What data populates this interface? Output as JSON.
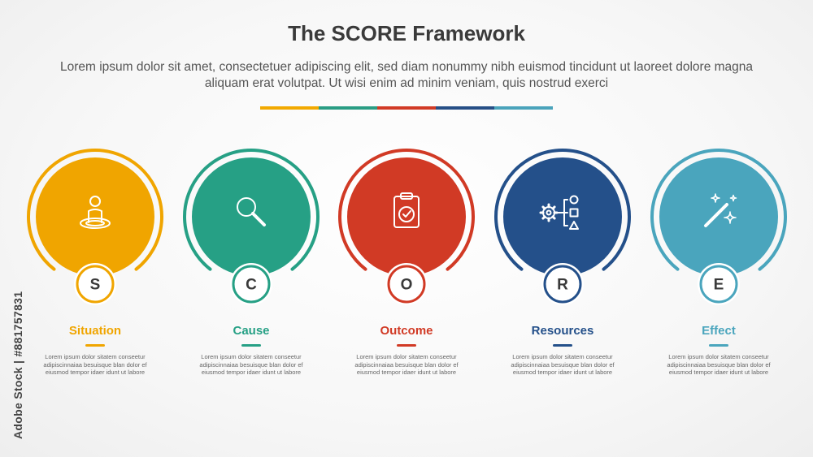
{
  "header": {
    "title": "The SCORE Framework",
    "subtitle": "Lorem ipsum dolor sit amet, consectetuer adipiscing elit, sed diam nonummy nibh euismod tincidunt ut laoreet dolore magna aliquam erat volutpat. Ut wisi enim ad minim veniam, quis nostrud exerci"
  },
  "color_bar": [
    "#f2a900",
    "#2a9d84",
    "#d13a25",
    "#264f86",
    "#4aa3bb"
  ],
  "steps": [
    {
      "letter": "S",
      "name": "Situation",
      "color": "#f0a500",
      "icon": "person-on-target-icon",
      "desc": "Lorem ipsum dolor sitatem conseetur adipiscinnaiaa besuisque blan dolor ef eiusmod tempor idaer idunt ut labore"
    },
    {
      "letter": "C",
      "name": "Cause",
      "color": "#26a085",
      "icon": "magnifier-icon",
      "desc": "Lorem ipsum dolor sitatem conseetur adipiscinnaiaa besuisque blan dolor ef eiusmod tempor idaer idunt ut labore"
    },
    {
      "letter": "O",
      "name": "Outcome",
      "color": "#d13a25",
      "icon": "clipboard-check-icon",
      "desc": "Lorem ipsum dolor sitatem conseetur adipiscinnaiaa besuisque blan dolor ef eiusmod tempor idaer idunt ut labore"
    },
    {
      "letter": "R",
      "name": "Resources",
      "color": "#24508a",
      "icon": "gear-shapes-icon",
      "desc": "Lorem ipsum dolor sitatem conseetur adipiscinnaiaa besuisque blan dolor ef eiusmod tempor idaer idunt ut labore"
    },
    {
      "letter": "E",
      "name": "Effect",
      "color": "#4aa5bd",
      "icon": "magic-wand-icon",
      "desc": "Lorem ipsum dolor sitatem conseetur adipiscinnaiaa besuisque blan dolor ef eiusmod tempor idaer idunt ut labore"
    }
  ],
  "watermark": "Adobe Stock | #881757831"
}
